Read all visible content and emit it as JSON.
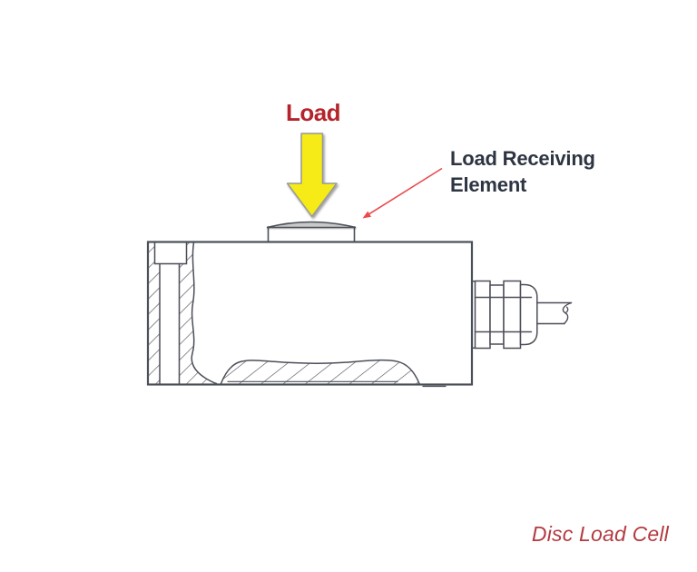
{
  "labels": {
    "load": "Load",
    "load_receiving_element": "Load Receiving Element",
    "caption": "Disc Load Cell"
  },
  "colors": {
    "background": "#ffffff",
    "drawing_line": "#4b4f58",
    "load_label": "#b5242c",
    "label_dark": "#2e3542",
    "caption": "#b43b41",
    "leader_arrow": "#ea494d",
    "arrow_fill": "#f6eb16",
    "arrow_outline": "#95989d",
    "cap_dome_fill": "#c9c9c9"
  },
  "icons": {
    "load_arrow": "down-arrow",
    "leader": "leader-arrow"
  }
}
